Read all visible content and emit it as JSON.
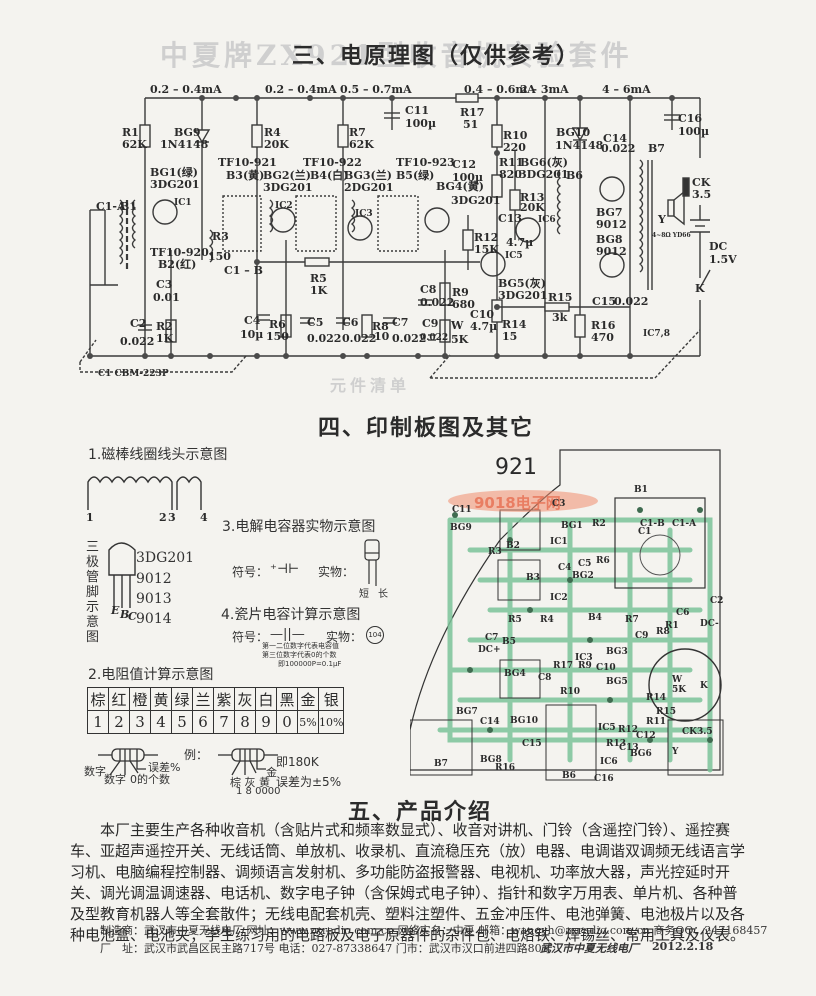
{
  "ghost_header": "中夏牌ZX921型收音机实验套件",
  "section3": {
    "title": "三、电原理图（仅供参考）",
    "currents": [
      "0.2 – 0.4mA",
      "0.2 – 0.4mA",
      "0.5 – 0.7mA",
      "0.4 – 0.6mA",
      "2 – 3mA",
      "4 – 6mA"
    ],
    "components": {
      "r1": "R1",
      "r1_val": "62K",
      "bg9": "BG9",
      "bg9_val": "1N4148",
      "r4": "R4",
      "r4_val": "20K",
      "r7": "R7",
      "r7_val": "62K",
      "c11": "C11",
      "c11_val": "100µ",
      "r17": "R17",
      "r17_val": "51",
      "r10": "R10",
      "r10_val": "220",
      "bg10": "BG10",
      "bg10_val": "1N4148",
      "c14": "C14",
      "c14_val": "0.022",
      "c16": "C16",
      "c16_val": "100µ",
      "b7": "B7",
      "tf921": "TF10-921",
      "b3": "B3(黄)",
      "tf922": "TF10-922",
      "b4": "B4(白)",
      "tf923": "TF10-923",
      "b5": "B5(绿)",
      "bg1": "BG1(绿)",
      "bg1_val": "3DG201",
      "bg2": "BG2(兰)",
      "bg2_val": "3DG201",
      "bg3": "BG3(兰)",
      "bg3_val": "2DG201",
      "bg4": "BG4(黄)",
      "bg4_val": "3DG201",
      "c12": "C12",
      "c12_val": "100µ",
      "r11": "R11",
      "r11_val": "820",
      "bg6": "BG6(灰)",
      "bg6_val": "3DG201",
      "r13": "R13",
      "r13_val": "20K",
      "b6": "B6",
      "bg7": "BG7",
      "bg7_val": "9012",
      "bg8": "BG8",
      "bg8_val": "9012",
      "ck": "CK",
      "ck_val": "3.5",
      "y": "Y",
      "y_val": "4~8Ω YD66",
      "dc": "DC",
      "dc_val": "1.5V",
      "k": "K",
      "c1a": "C1-A",
      "b1": "B1",
      "tf920": "TF10-920",
      "b2": "B2(红)",
      "r3": "R3",
      "r3_val": "150",
      "c1b": "C1 – B",
      "c3": "C3",
      "c3_val": "0.01",
      "r5": "R5",
      "r5_val": "1K",
      "c2": "C2",
      "c2_val": "0.022",
      "r2": "R2",
      "r2_val": "1K",
      "c4": "C4",
      "c4_val": "10µ",
      "r6": "R6",
      "r6_val": "150",
      "c5": "C5",
      "c5_val": "0.022",
      "c6": "C6",
      "c6_val": "0.022",
      "r8": "R8",
      "r8_val": "10",
      "c7": "C7",
      "c7_val": "0.022",
      "c8": "C8",
      "c8_val": "0.022",
      "r9": "R9",
      "r9_val": "680",
      "c9": "C9",
      "c9_val": "0.022",
      "w": "W",
      "w_val": "5K",
      "c10": "C10",
      "c10_val": "4.7µ",
      "r12": "R12",
      "r12_val": "15K",
      "c13": "C13",
      "c13_val": "4.7µ",
      "bg5": "BG5(灰)",
      "bg5_val": "3DG201",
      "r14": "R14",
      "r14_val": "15",
      "r15": "R15",
      "r15_val": "3k",
      "r16": "R16",
      "r16_val": "470",
      "c15": "C15",
      "c15_val": "0.022",
      "ic78": "IC7,8",
      "c1_cbm": "C1  CBM-223P",
      "ic1": "IC1",
      "ic2": "IC2",
      "ic3": "IC3",
      "ic5": "IC5",
      "ic6": "IC6"
    }
  },
  "ghost_section": "元件清单",
  "section4": {
    "title": "四、印制板图及其它",
    "sub1": {
      "title": "1.磁棒线圈线头示意图",
      "pins": [
        "1",
        "2",
        "3",
        "4"
      ]
    },
    "transistor": {
      "side_label": "三极管脚示意图",
      "models": [
        "3DG201",
        "9012",
        "9013",
        "9014"
      ],
      "pins": [
        "E",
        "B",
        "C"
      ]
    },
    "sub3": {
      "title": "3.电解电容器实物示意图",
      "symbol_label": "符号：",
      "real_label": "实物：",
      "short": "短",
      "long": "长"
    },
    "sub4": {
      "title": "4.瓷片电容计算示意图",
      "symbol_label": "符号：",
      "real_label": "实物：",
      "code": "104",
      "notes": [
        "第一二位数字代表电容值",
        "第三位数字代表0的个数",
        "即100000P=0.1µF"
      ]
    },
    "sub2": {
      "title": "2.电阻值计算示意图",
      "colors": [
        "棕",
        "红",
        "橙",
        "黄",
        "绿",
        "兰",
        "紫",
        "灰",
        "白",
        "黑",
        "金",
        "银"
      ],
      "values": [
        "1",
        "2",
        "3",
        "4",
        "5",
        "6",
        "7",
        "8",
        "9",
        "0",
        "5%",
        "10%"
      ],
      "legend": {
        "digit1": "数字",
        "digit2": "数字",
        "zeros": "0的个数",
        "tolerance": "误差%"
      },
      "example_label": "例：",
      "example_bands": "棕 灰 黄",
      "example_digits": "1   8   0000",
      "example_gold": "金",
      "example_result": "即180K",
      "example_tolerance": "误差为±5%"
    },
    "pcb": {
      "model": "921",
      "watermark": "9018电子网",
      "labels": [
        "C11",
        "BG9",
        "B2",
        "R3",
        "C3",
        "BG1",
        "IC1",
        "R2",
        "B1",
        "C1-B",
        "C1-A",
        "C1",
        "B3",
        "C4",
        "C5",
        "R6",
        "BG2",
        "IC2",
        "C2",
        "C6",
        "R5",
        "R4",
        "B4",
        "R7",
        "R1",
        "DC-",
        "R8",
        "C9",
        "B5",
        "C7",
        "DC+",
        "BG3",
        "IC3",
        "R17",
        "R9",
        "C10",
        "BG4",
        "C8",
        "R10",
        "BG5",
        "R14",
        "W",
        "5K",
        "K",
        "R15",
        "BG7",
        "C14",
        "BG10",
        "R12",
        "R11",
        "C12",
        "IC5",
        "R13",
        "C13",
        "B7",
        "BG8",
        "R16",
        "C15",
        "B6",
        "IC6",
        "C16",
        "BG6",
        "CK3.5",
        "Y"
      ]
    }
  },
  "section5": {
    "title": "五、产品介绍",
    "paragraph": "本厂主要生产各种收音机（含贴片式和频率数显式）、收音对讲机、门铃（含遥控门铃）、遥控赛车、亚超声遥控开关、无线话筒、单放机、收录机、直流稳压充（放）电器、电调谐双调频无线语言学习机、电脑编程控制器、调频语言发射机、多功能防盗报警器、电视机、功率放大器，声光控延时开关、调光调温调速器、电话机、数字电子钟（含保姆式电子钟）、指针和数字万用表、单片机、各种普及型教育机器人等全套散件；无线电配套机壳、塑料注塑件、五金冲压件、电池弹簧、电池极片以及各种电池盒、电池夹；学生练习用的电路板及电子原器件的杂件包、电烙铁、焊锡丝、常用工具及仪表。"
  },
  "footer": {
    "line1": "制造商：武汉市中夏无线电厂  网址：www.zxradio.com.cn  网络实名：中夏  邮箱：wangyh@zxradio.com.cn  商务QQ：247168457",
    "line2": "厂　址：武汉市武昌区民主路717号  电话：027-87338647  门市：武汉市汉口前进四路80号",
    "signature": "武汉市中夏无线电厂",
    "date": "2012.2.18"
  }
}
